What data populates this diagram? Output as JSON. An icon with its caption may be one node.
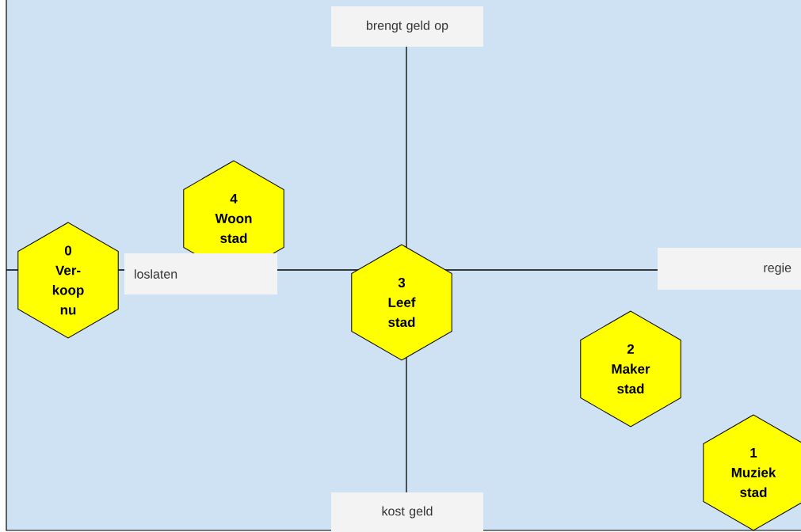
{
  "diagram": {
    "nodes": [
      {
        "text": [
          "brengt geld op"
        ]
      },
      {
        "text": [
          "4",
          "Woon stad"
        ]
      },
      {
        "text": [
          "0",
          "Ver- koop nu"
        ]
      },
      {
        "text": [
          "loslaten"
        ]
      },
      {
        "text": [
          "3",
          "Leef stad"
        ]
      },
      {
        "text": [
          "regie"
        ]
      },
      {
        "text": [
          "2",
          "Maker stad"
        ]
      },
      {
        "text": [
          "1",
          "Muziek stad"
        ]
      },
      {
        "text": [
          "kost geld"
        ]
      }
    ]
  }
}
